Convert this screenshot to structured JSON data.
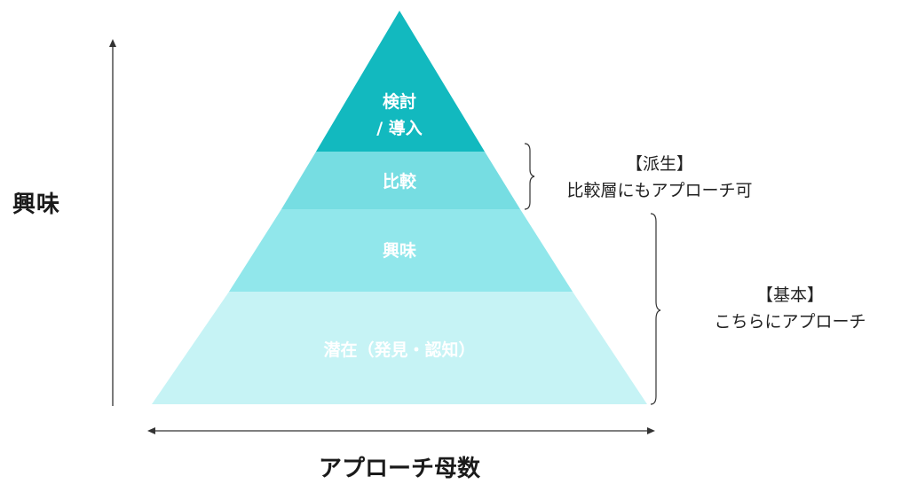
{
  "diagram": {
    "layers": [
      {
        "id": "consideration",
        "label_line1": "検討",
        "label_line2": "/ 導入",
        "color": "#12b9bf"
      },
      {
        "id": "comparison",
        "label": "比較",
        "color": "#76dde2"
      },
      {
        "id": "interest",
        "label": "興味",
        "color": "#91e7eb"
      },
      {
        "id": "latent",
        "label": "潜在（発見・認知）",
        "color": "#c6f3f5"
      }
    ],
    "y_axis_label": "興味",
    "x_axis_label": "アプローチ母数",
    "notes": {
      "derived": {
        "title": "【派生】",
        "text": "比較層にもアプローチ可"
      },
      "basic": {
        "title": "【基本】",
        "text": "こちらにアプローチ"
      }
    }
  }
}
